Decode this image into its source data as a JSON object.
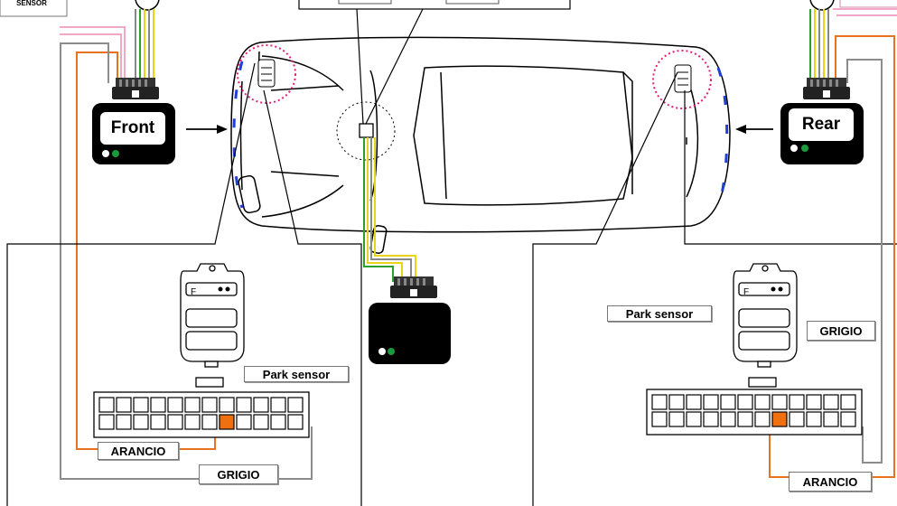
{
  "labels": {
    "sensor_tag": "SENSOR",
    "front": "Front",
    "rear": "Rear",
    "park_sensor_left": "Park sensor",
    "park_sensor_right": "Park sensor",
    "arancio_left": "ARANCIO",
    "grigio_left": "GRIGIO",
    "grigio_right": "GRIGIO",
    "arancio_right": "ARANCIO"
  },
  "colors": {
    "orange_wire": "#e8731e",
    "grey_wire": "#8c8c8c",
    "pink_wire": "#f4a6c8",
    "yellow_wire": "#e8d21a",
    "green_wire": "#2e9e2e",
    "highlight_circle": "#e0207a",
    "bumper_dash": "#1f3fd8",
    "led_green": "#1a9a3a",
    "pin_orange": "#f07010",
    "pin_grey": "#888888"
  }
}
